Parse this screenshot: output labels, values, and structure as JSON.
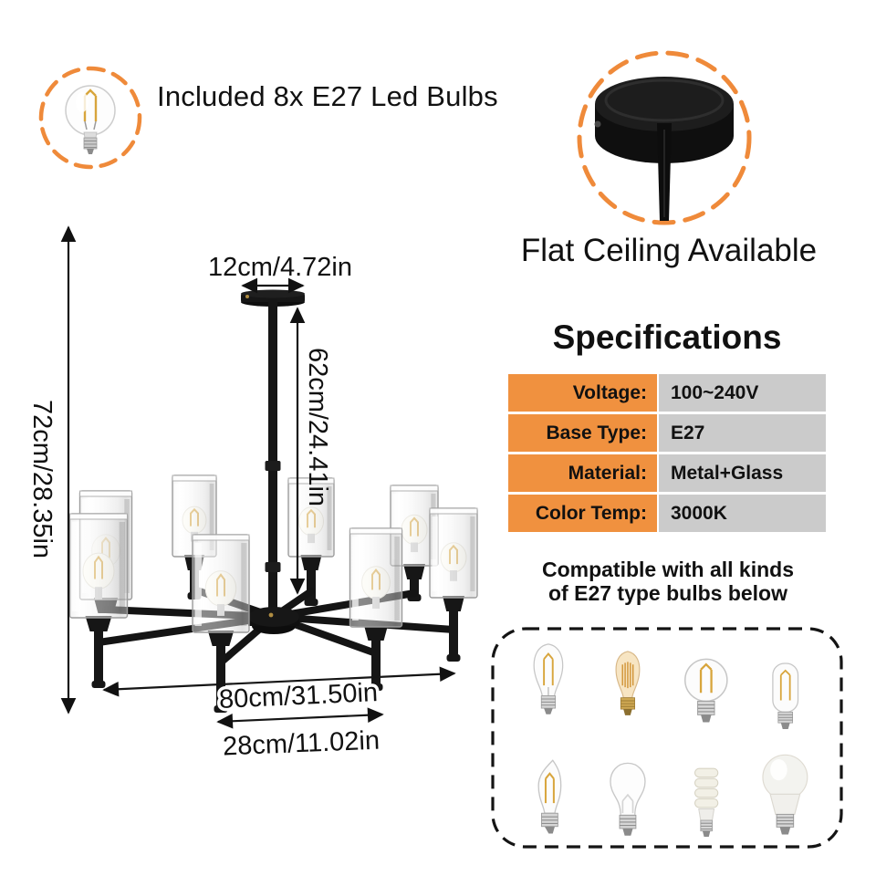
{
  "badges": {
    "included_bulbs": {
      "label": "Included 8x E27 Led Bulbs",
      "icon": "globe-filament-bulb-icon"
    },
    "flat_ceiling": {
      "label": "Flat Ceiling Available",
      "icon": "ceiling-canopy-icon"
    }
  },
  "diagram": {
    "shade_count": 8,
    "dimensions": {
      "canopy_width": "12cm/4.72in",
      "rod_length": "62cm/24.41in",
      "total_height": "72cm/28.35in",
      "total_width": "80cm/31.50in",
      "inner_width": "28cm/11.02in"
    }
  },
  "specifications": {
    "title": "Specifications",
    "rows": [
      {
        "label": "Voltage:",
        "value": "100~240V"
      },
      {
        "label": "Base Type:",
        "value": "E27"
      },
      {
        "label": "Material:",
        "value": "Metal+Glass"
      },
      {
        "label": "Color Temp:",
        "value": "3000K"
      }
    ]
  },
  "compatibility": {
    "heading_line1": "Compatible with all kinds",
    "heading_line2": "of E27 type bulbs below",
    "bulb_types": [
      "st64-filament-bulb",
      "st58-edison-amber-bulb",
      "g80-filament-bulb",
      "t45-tubular-filament-bulb",
      "candle-flame-filament-bulb",
      "a60-clear-bulb",
      "spiral-cfl-bulb",
      "a60-frosted-led-bulb"
    ]
  },
  "colors": {
    "accent_orange": "#EF8A3A",
    "spec_label_bg": "#F0913F",
    "spec_value_bg": "#CBCBCB",
    "ink": "#111111",
    "filament_yellow": "#D8A53C"
  }
}
